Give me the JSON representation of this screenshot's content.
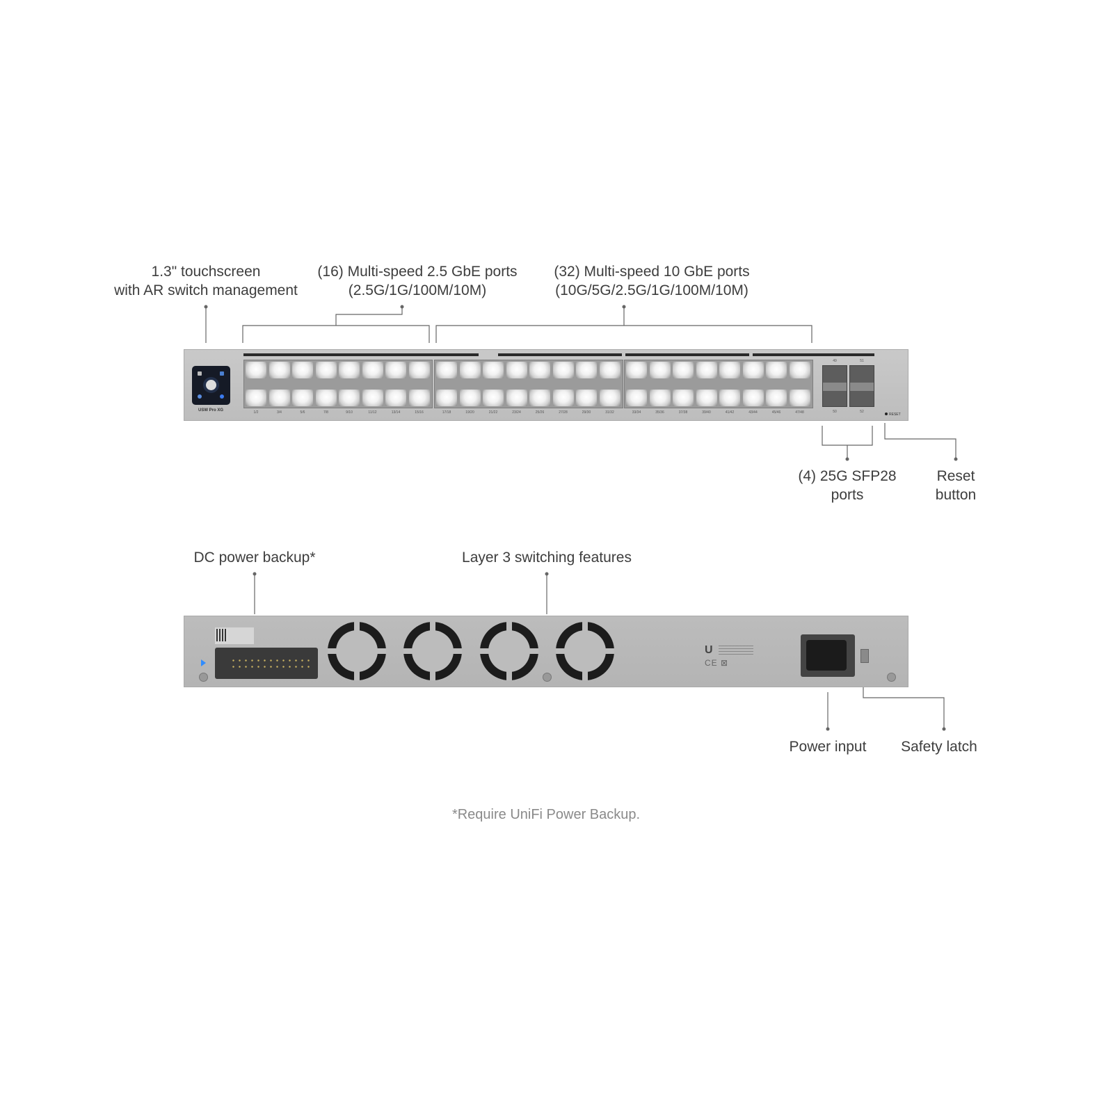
{
  "callouts": {
    "touchscreen": {
      "line1": "1.3\" touchscreen",
      "line2": "with AR switch management"
    },
    "ports_2_5g": {
      "line1": "(16) Multi-speed 2.5 GbE ports",
      "line2": "(2.5G/1G/100M/10M)"
    },
    "ports_10g": {
      "line1": "(32) Multi-speed 10 GbE ports",
      "line2": "(10G/5G/2.5G/1G/100M/10M)"
    },
    "sfp28": {
      "line1": "(4) 25G SFP28",
      "line2": "ports"
    },
    "reset": {
      "line1": "Reset",
      "line2": "button"
    },
    "dc_power": "DC power backup*",
    "layer3": "Layer 3 switching features",
    "power_input": "Power input",
    "safety_latch": "Safety latch"
  },
  "device": {
    "model": "USW Pro XG",
    "reset_label": "RESET",
    "sfp_top": [
      "49",
      "51"
    ],
    "sfp_bottom": [
      "50",
      "52"
    ],
    "port_labels": [
      "1/2",
      "3/4",
      "5/6",
      "7/8",
      "9/10",
      "11/12",
      "13/14",
      "15/16",
      "17/18",
      "19/20",
      "21/22",
      "23/24",
      "25/26",
      "27/28",
      "29/30",
      "31/32",
      "33/34",
      "35/36",
      "37/38",
      "39/40",
      "41/42",
      "43/44",
      "45/46",
      "47/48"
    ]
  },
  "footnote": "*Require UniFi Power Backup."
}
